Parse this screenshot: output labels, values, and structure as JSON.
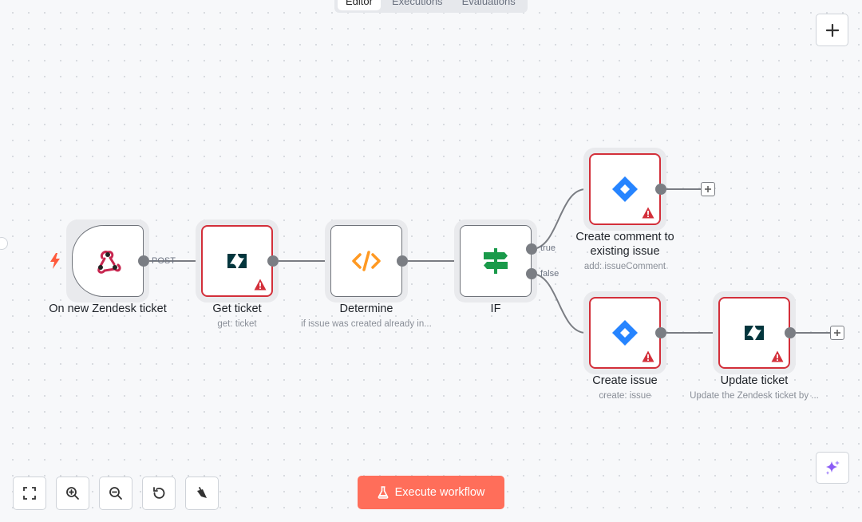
{
  "tabs": [
    "Editor",
    "Executions",
    "Evaluations"
  ],
  "colors": {
    "accent": "#ff6e5a",
    "error_border": "#d32f3a",
    "jira_blue": "#2684ff",
    "code_orange": "#ff9922",
    "if_green": "#1a9a4a",
    "webhook_pink": "#c7264f",
    "ai_purple": "#8b5cf6"
  },
  "nodes": [
    {
      "id": "trigger",
      "title": "On new Zendesk ticket",
      "subtitle": "",
      "icon": "webhook-icon"
    },
    {
      "id": "get_ticket",
      "title": "Get ticket",
      "subtitle": "get: ticket",
      "icon": "zendesk-icon",
      "error": true
    },
    {
      "id": "determine",
      "title": "Determine",
      "subtitle": "if issue was created already in...",
      "icon": "code-icon"
    },
    {
      "id": "if",
      "title": "IF",
      "subtitle": "",
      "icon": "signpost-icon"
    },
    {
      "id": "create_comment",
      "title": "Create comment to",
      "title2": "existing issue",
      "subtitle": "add: issueComment",
      "icon": "jira-icon",
      "error": true
    },
    {
      "id": "create_issue",
      "title": "Create issue",
      "subtitle": "create: issue",
      "icon": "jira-icon",
      "error": true
    },
    {
      "id": "update_ticket",
      "title": "Update ticket",
      "subtitle": "Update the Zendesk ticket by ...",
      "icon": "zendesk-icon",
      "error": true
    }
  ],
  "connection_labels": {
    "post": "POST",
    "true": "true",
    "false": "false"
  },
  "toolbar": {
    "fit_view": "fit-view-icon",
    "zoom_in": "zoom-in-icon",
    "zoom_out": "zoom-out-icon",
    "reset_zoom": "reset-zoom-icon",
    "tidy_up": "tidy-up-icon"
  },
  "execute_label": "Execute workflow"
}
